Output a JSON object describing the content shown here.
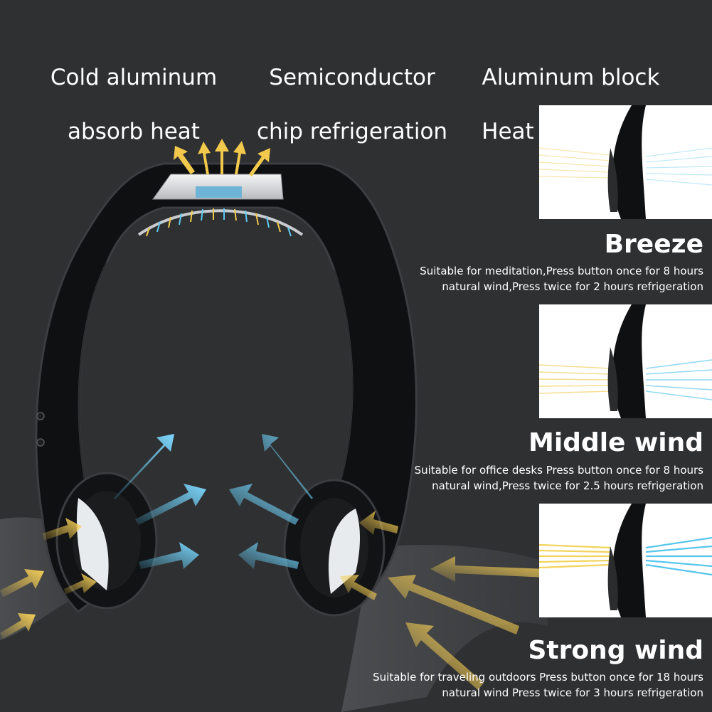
{
  "top_labels": [
    {
      "line1": "Cold aluminum",
      "line2": "absorb heat"
    },
    {
      "line1": "Semiconductor",
      "line2": "chip refrigeration"
    },
    {
      "line1": "Aluminum block",
      "line2": "Heat dissipation"
    }
  ],
  "modes": [
    {
      "title": "Breeze",
      "line1": "Suitable for meditation,Press button once for 8 hours",
      "line2": "natural wind,Press twice for 2 hours refrigeration"
    },
    {
      "title": "Middle wind",
      "line1": "Suitable for office desks Press button once for 8 hours",
      "line2": "natural wind,Press twice for 2.5 hours refrigeration"
    },
    {
      "title": "Strong wind",
      "line1": "Suitable for traveling outdoors Press button once for 18 hours",
      "line2": "natural wind  Press twice for 3 hours refrigeration"
    }
  ],
  "colors": {
    "background": "#2f3032",
    "warm_air": "#f2c94c",
    "cool_air": "#5cc8ef",
    "device_body": "#0f1012"
  }
}
